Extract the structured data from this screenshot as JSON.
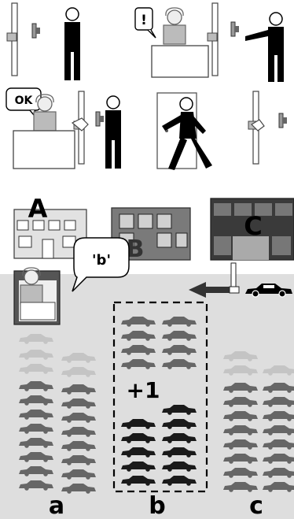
{
  "panel_top": {
    "speech_alert": "!",
    "speech_ok": "OK"
  },
  "buildings": {
    "a_label": "A",
    "b_label": "B",
    "c_label": "C"
  },
  "parking": {
    "request_bubble": "'b'",
    "increment_label": "+1",
    "zone_a_label": "a",
    "zone_b_label": "b",
    "zone_c_label": "c"
  },
  "colors": {
    "figure": "#000000",
    "light_gray": "#e6e6e6",
    "lot_background": "#dedede",
    "car_dark": "#1a1a1a",
    "car_mid": "#666666",
    "car_light": "#9a9a9a",
    "car_faded": "#c4c4c4"
  },
  "icons": [
    "person-icon",
    "door-icon",
    "keycard-reader-icon",
    "receptionist-icon",
    "car-icon",
    "barrier-icon",
    "arrow-left-icon",
    "building-icon"
  ]
}
